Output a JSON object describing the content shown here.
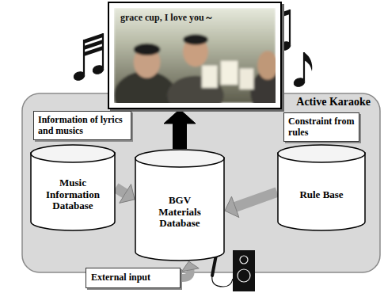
{
  "diagram": {
    "nodes": [
      {
        "text": [
          "grace cup, I love you～"
        ]
      },
      {
        "text": [
          "Active Karaoke"
        ]
      },
      {
        "text": [
          "Information of lyrics and musics"
        ],
        "in": 1
      },
      {
        "text": [
          "Music Information Database"
        ],
        "in": 1
      },
      {
        "text": [
          "BGV Materials Database"
        ],
        "in": 1
      },
      {
        "text": [
          "Constraint from rules"
        ],
        "in": 1
      },
      {
        "text": [
          "Rule Base"
        ],
        "in": 1
      },
      {
        "text": [
          "External input"
        ]
      }
    ],
    "edges": [
      {
        "from": 3,
        "to": 4,
        "arrow": "to"
      },
      {
        "from": 6,
        "to": 4,
        "arrow": "to"
      },
      {
        "from": 7,
        "to": 4,
        "arrow": "to"
      },
      {
        "from": 4,
        "to": 0,
        "arrow": "to"
      }
    ]
  }
}
